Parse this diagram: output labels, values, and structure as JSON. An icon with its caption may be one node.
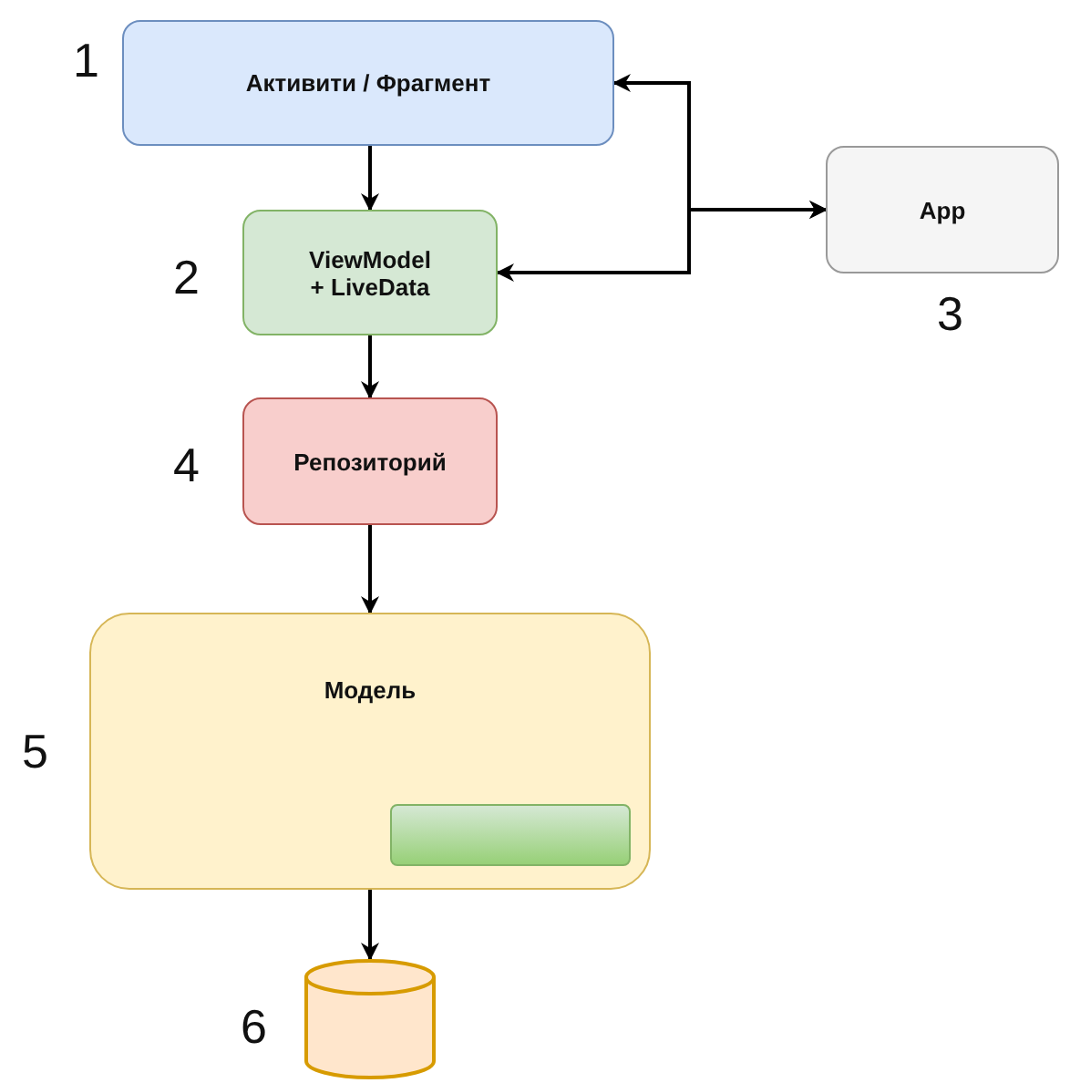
{
  "diagram": {
    "nodes": [
      {
        "text": [
          "Активити / Фрагмент"
        ]
      },
      {
        "text": [
          "ViewModel + LiveData"
        ]
      },
      {
        "text": [
          "App"
        ]
      },
      {
        "text": [
          "Репозиторий"
        ]
      },
      {
        "text": [
          "Модель"
        ]
      },
      {
        "text": [],
        "shape": "box",
        "in": 4
      },
      {
        "text": [],
        "shape": "cylinder"
      }
    ],
    "edges": [
      {
        "from": 0,
        "to": 1,
        "arrow": "to"
      },
      {
        "from": 2,
        "to": 0,
        "arrow": "both"
      },
      {
        "from": 2,
        "to": 1,
        "arrow": "both"
      },
      {
        "from": 1,
        "to": 3,
        "arrow": "to"
      },
      {
        "from": 3,
        "to": 4,
        "arrow": "to"
      },
      {
        "from": 4,
        "to": 6,
        "arrow": "to"
      }
    ],
    "labels": [
      "1",
      "2",
      "3",
      "4",
      "5",
      "6"
    ]
  }
}
